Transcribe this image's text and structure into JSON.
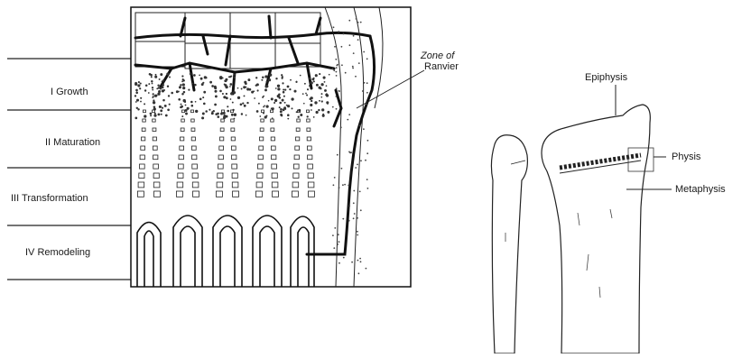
{
  "zones": [
    {
      "label": "I Growth"
    },
    {
      "label": "II Maturation"
    },
    {
      "label": "III Transformation"
    },
    {
      "label": "IV Remodeling"
    }
  ],
  "zone_of_ranvier": {
    "line1": "Zone of",
    "line2": "Ranvier"
  },
  "bone_labels": {
    "epiphysis": "Epiphysis",
    "physis": "Physis",
    "metaphysis": "Metaphysis"
  }
}
